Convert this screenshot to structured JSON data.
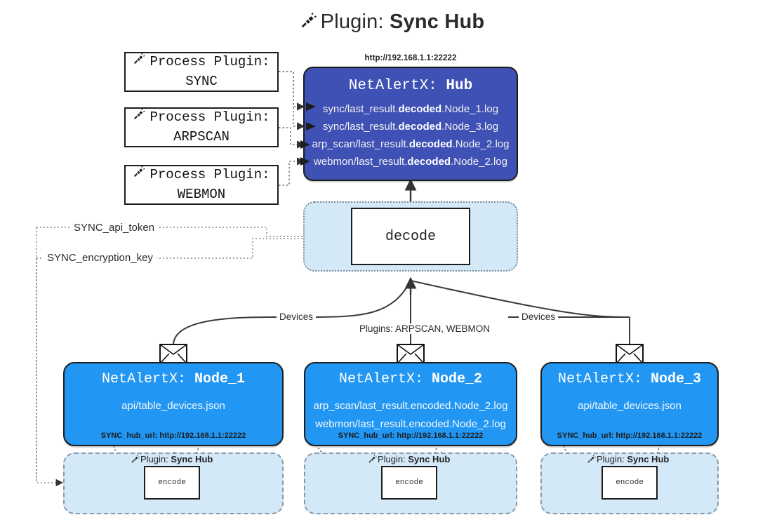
{
  "title": {
    "icon": "plug-icon",
    "prefix": "Plugin:",
    "name": "Sync Hub"
  },
  "process_plugins": [
    {
      "icon": "plug-icon",
      "label": "Process Plugin:",
      "value": "SYNC"
    },
    {
      "icon": "plug-icon",
      "label": "Process Plugin:",
      "value": "ARPSCAN"
    },
    {
      "icon": "plug-icon",
      "label": "Process Plugin:",
      "value": "WEBMON"
    }
  ],
  "hub": {
    "url": "http://192.168.1.1:22222",
    "app": "NetAlertX:",
    "name": "Hub",
    "files": [
      {
        "pre": "sync/last_result.",
        "bold": "decoded",
        "post": ".Node_1.log"
      },
      {
        "pre": "sync/last_result.",
        "bold": "decoded",
        "post": ".Node_3.log"
      },
      {
        "pre": "arp_scan/last_result.",
        "bold": "decoded",
        "post": ".Node_2.log"
      },
      {
        "pre": "webmon/last_result.",
        "bold": "decoded",
        "post": ".Node_2.log"
      }
    ]
  },
  "decode": {
    "label": "decode"
  },
  "secrets": [
    {
      "label": "SYNC_api_token"
    },
    {
      "label": "SYNC_encryption_key"
    }
  ],
  "edges": {
    "devices_left": "Devices",
    "devices_right": "Devices",
    "plugins_center": "Plugins: ARPSCAN, WEBMON"
  },
  "nodes": [
    {
      "app": "NetAlertX:",
      "name": "Node_1",
      "files": [
        "api/table_devices.json"
      ],
      "footer": "SYNC_hub_url: http://192.168.1.1:22222",
      "mail_icon": "envelope-icon"
    },
    {
      "app": "NetAlertX:",
      "name": "Node_2",
      "files": [
        "arp_scan/last_result.encoded.Node_2.log",
        "webmon/last_result.encoded.Node_2.log"
      ],
      "footer": "SYNC_hub_url: http://192.168.1.1:22222",
      "mail_icon": "envelope-icon"
    },
    {
      "app": "NetAlertX:",
      "name": "Node_3",
      "files": [
        "api/table_devices.json"
      ],
      "footer": "SYNC_hub_url: http://192.168.1.1:22222",
      "mail_icon": "envelope-icon"
    }
  ],
  "encoders": [
    {
      "icon": "plug-icon",
      "prefix": "Plugin:",
      "name": "Sync Hub",
      "box": "encode"
    },
    {
      "icon": "plug-icon",
      "prefix": "Plugin:",
      "name": "Sync Hub",
      "box": "encode"
    },
    {
      "icon": "plug-icon",
      "prefix": "Plugin:",
      "name": "Sync Hub",
      "box": "encode"
    }
  ],
  "colors": {
    "hub_bg": "#3f51b5",
    "node_bg": "#2196f3",
    "band_bg": "#d4e9f7",
    "stroke": "#1d1d1d"
  }
}
